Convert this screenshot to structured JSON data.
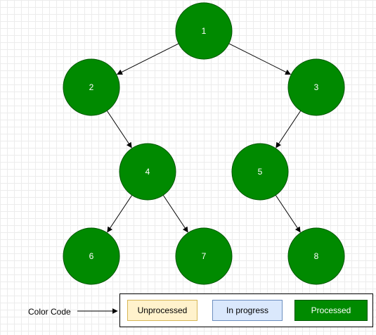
{
  "diagram": {
    "colors": {
      "processed_fill": "#008a00",
      "processed_stroke": "#005700",
      "edge": "#000000"
    },
    "nodes": [
      {
        "id": "1",
        "label": "1"
      },
      {
        "id": "2",
        "label": "2"
      },
      {
        "id": "3",
        "label": "3"
      },
      {
        "id": "4",
        "label": "4"
      },
      {
        "id": "5",
        "label": "5"
      },
      {
        "id": "6",
        "label": "6"
      },
      {
        "id": "7",
        "label": "7"
      },
      {
        "id": "8",
        "label": "8"
      }
    ],
    "edges": [
      {
        "from": "1",
        "to": "2"
      },
      {
        "from": "1",
        "to": "3"
      },
      {
        "from": "2",
        "to": "4"
      },
      {
        "from": "3",
        "to": "5"
      },
      {
        "from": "4",
        "to": "6"
      },
      {
        "from": "4",
        "to": "7"
      },
      {
        "from": "5",
        "to": "8"
      }
    ]
  },
  "legend": {
    "caption": "Color Code",
    "items": [
      {
        "label": "Unprocessed",
        "fill": "#fff2cc",
        "stroke": "#d6b656",
        "text_color": "#000000"
      },
      {
        "label": "In progress",
        "fill": "#dae8fc",
        "stroke": "#6c8ebf",
        "text_color": "#000000"
      },
      {
        "label": "Processed",
        "fill": "#008a00",
        "stroke": "#005700",
        "text_color": "#ffffff"
      }
    ]
  }
}
